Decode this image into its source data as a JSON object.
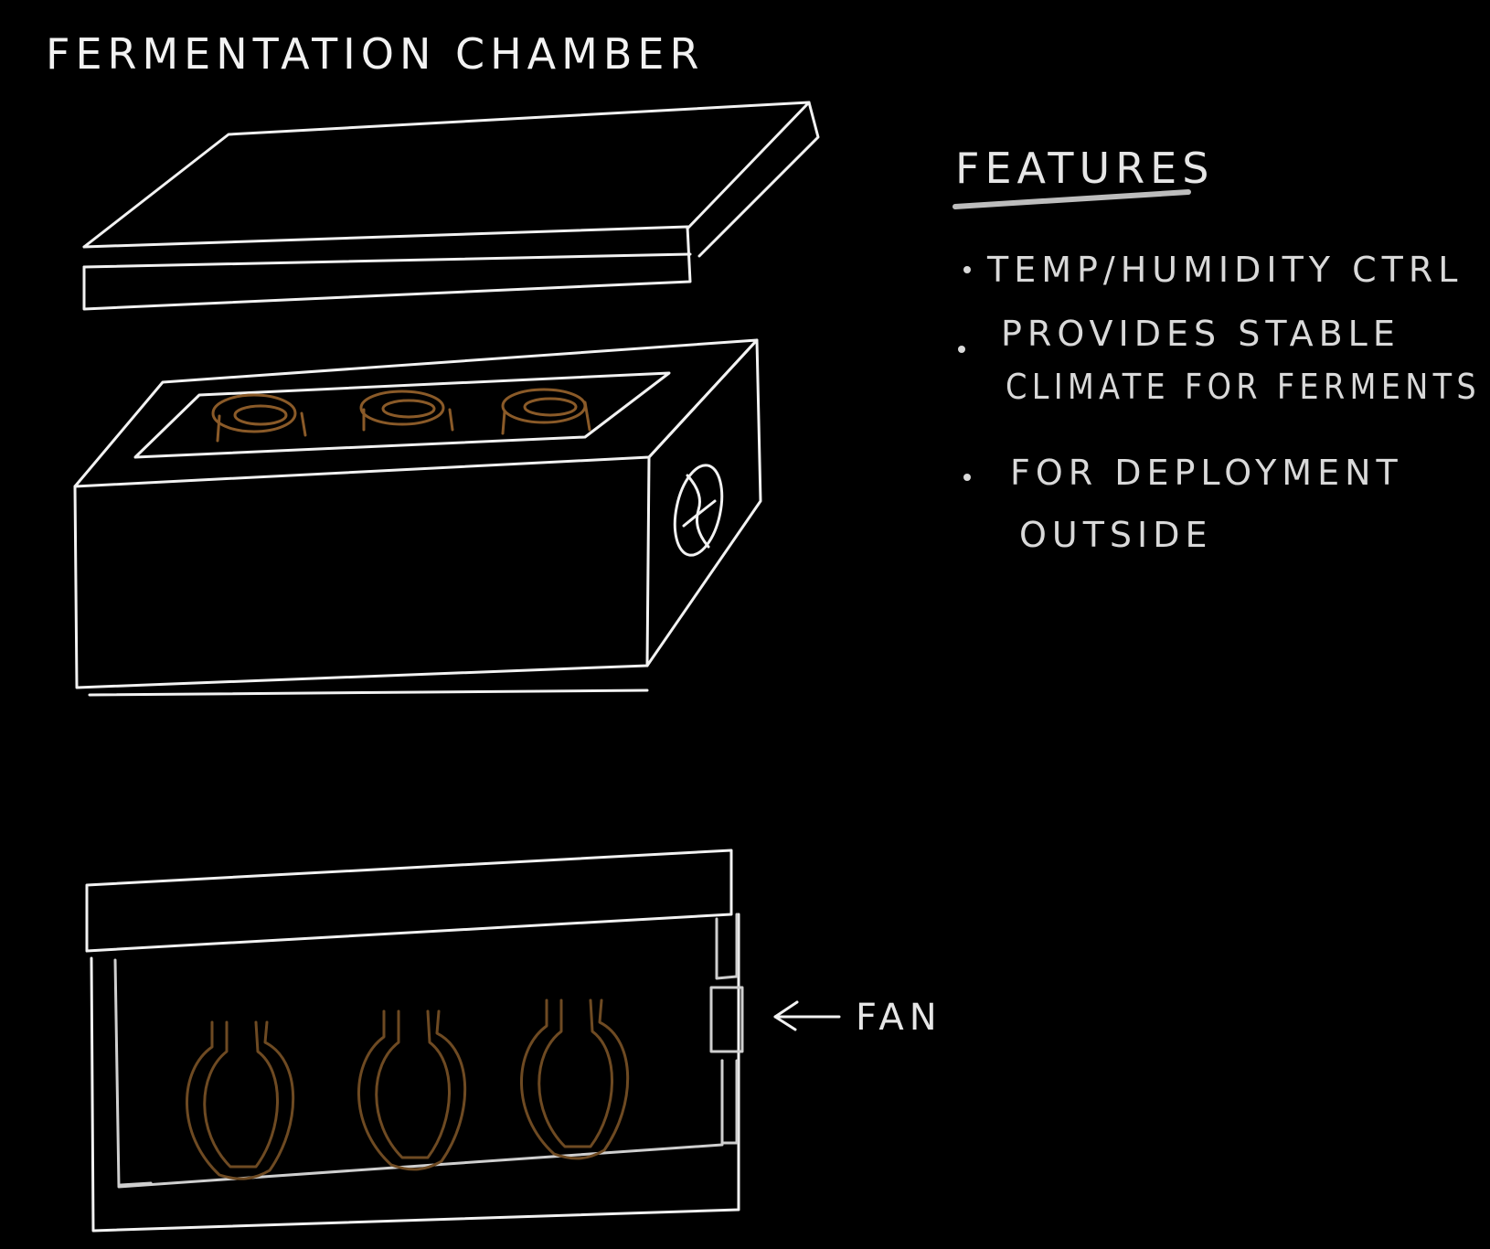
{
  "title": "FERMENTATION CHAMBER",
  "features": {
    "heading": "FEATURES",
    "items": [
      {
        "lines": [
          "TEMP/HUMIDITY CTRL"
        ]
      },
      {
        "lines": [
          "PROVIDES STABLE",
          "CLIMATE FOR FERMENTS"
        ]
      },
      {
        "lines": [
          "FOR DEPLOYMENT",
          "OUTSIDE"
        ]
      }
    ]
  },
  "labels": {
    "fan": "FAN"
  },
  "colors": {
    "background": "#000000",
    "line": "#f2f2f2",
    "text": "#d9d9d9",
    "jar": "#6e4a22",
    "jar_top": "#8a5a28"
  }
}
